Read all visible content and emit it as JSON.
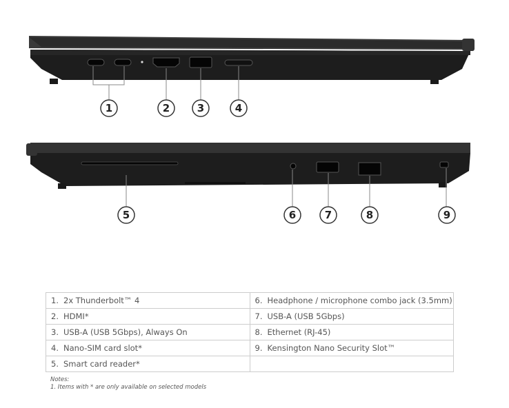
{
  "callouts_top": [
    "1",
    "2",
    "3",
    "4"
  ],
  "callouts_bottom": [
    "5",
    "6",
    "7",
    "8",
    "9"
  ],
  "ports_table": {
    "left": [
      {
        "num": "1.",
        "label": "2x Thunderbolt™ 4"
      },
      {
        "num": "2.",
        "label": "HDMI*"
      },
      {
        "num": "3.",
        "label": "USB-A (USB 5Gbps), Always On"
      },
      {
        "num": "4.",
        "label": "Nano-SIM card slot*"
      },
      {
        "num": "5.",
        "label": "Smart card reader*"
      }
    ],
    "right": [
      {
        "num": "6.",
        "label": "Headphone / microphone combo jack (3.5mm)"
      },
      {
        "num": "7.",
        "label": "USB-A (USB 5Gbps)"
      },
      {
        "num": "8.",
        "label": "Ethernet (RJ-45)"
      },
      {
        "num": "9.",
        "label": "Kensington Nano Security Slot™"
      }
    ]
  },
  "notes": {
    "title": "Notes:",
    "items": [
      "1. Items with * are only available on selected models"
    ]
  },
  "colors": {
    "chassis": "#1c1c1c",
    "lid": "#2a2a2a",
    "callout_line": "#888888"
  }
}
